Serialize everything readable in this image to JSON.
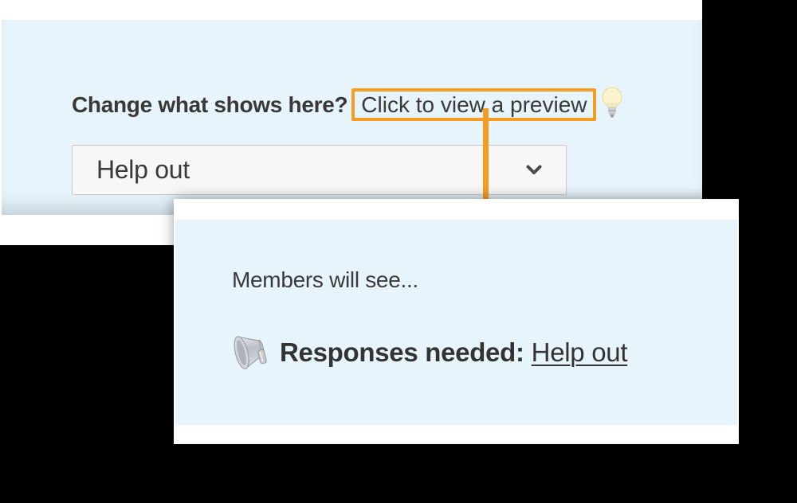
{
  "colors": {
    "panel_blue": "#e8f4fb",
    "accent_orange": "#f59c23",
    "text_dark": "#3a3a3a",
    "dropdown_bg": "#f7f7f7",
    "dropdown_border": "#c9c9c9",
    "backdrop": "#000000"
  },
  "top_snippet": {
    "heading_bold": "Change what shows here?",
    "heading_link_label": "Click to view a preview",
    "dropdown_value": "Help out"
  },
  "preview_card": {
    "intro_text": "Members will see...",
    "announcement_prefix": "Responses needed:",
    "announcement_link_label": "Help out"
  }
}
